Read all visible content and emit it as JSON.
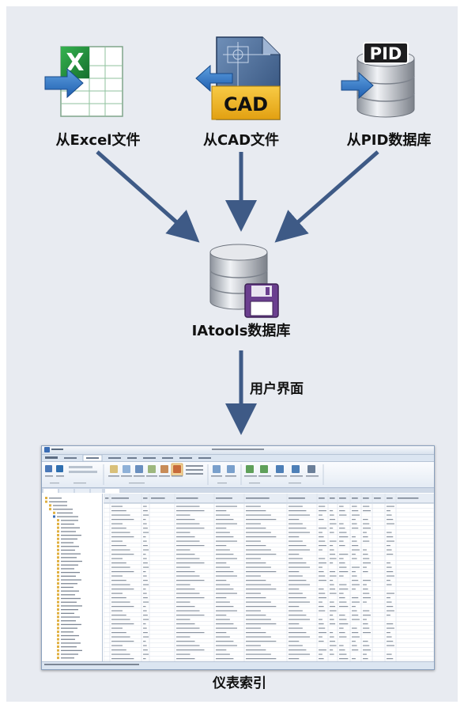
{
  "sources": {
    "excel": {
      "label": "从Excel文件",
      "badge": "X"
    },
    "cad": {
      "label": "从CAD文件",
      "badge": "CAD"
    },
    "pid": {
      "label": "从PID数据库",
      "badge": "PID"
    }
  },
  "database": {
    "label": "IAtools数据库"
  },
  "flow": {
    "user_interface_label": "用户界面"
  },
  "result": {
    "caption": "仪表索引"
  },
  "colors": {
    "arrow": "#3e5a86",
    "panel": "#e8ebf1",
    "excel_green": "#1f8a3c",
    "cad_gold": "#f2b419",
    "db_silver": "#b9bec6"
  },
  "icons": [
    "excel-file-icon",
    "cad-file-icon",
    "pid-database-icon",
    "iatools-database-icon",
    "floppy-disk-icon"
  ]
}
